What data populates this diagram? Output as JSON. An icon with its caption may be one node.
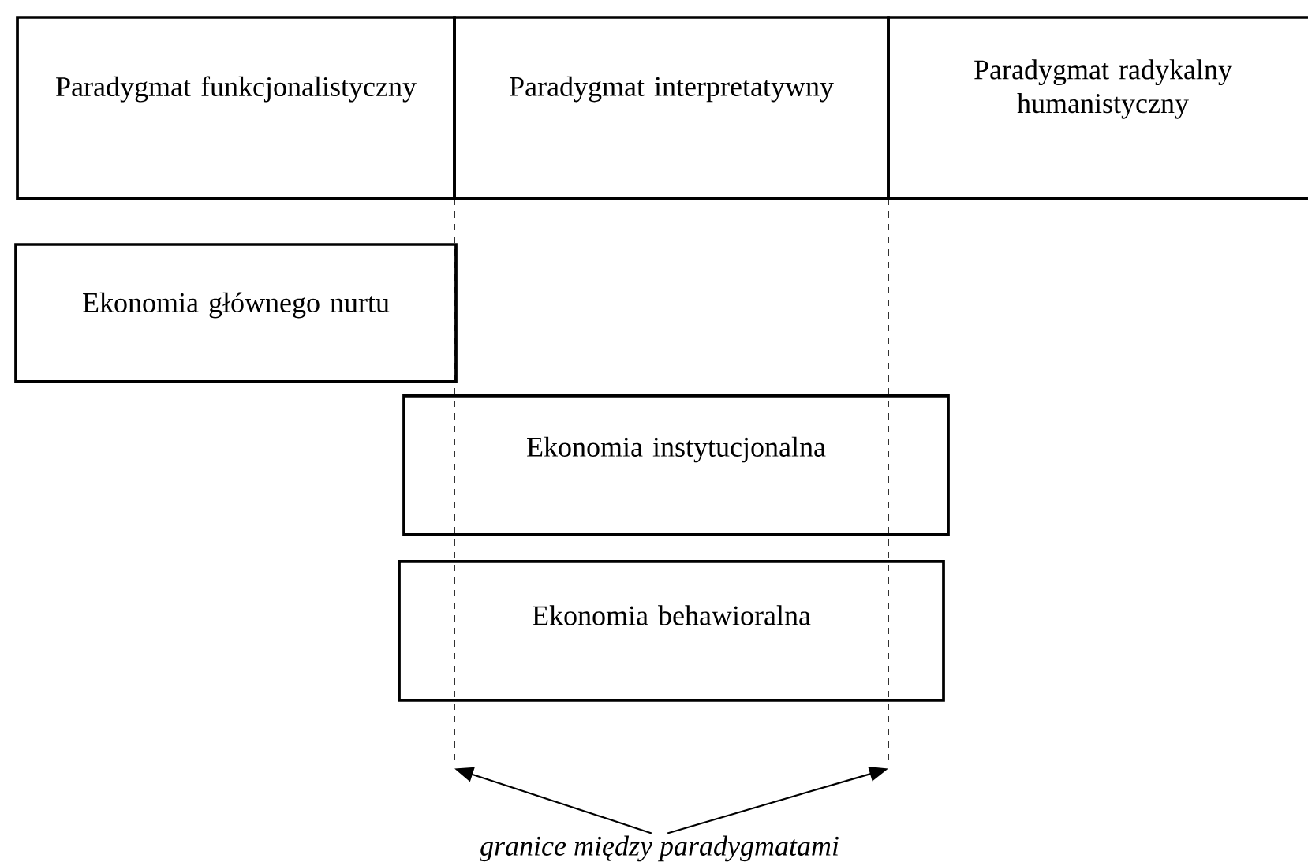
{
  "diagram": {
    "nodes": [
      {
        "text": [
          "Paradygmat funkcjonalistyczny"
        ]
      },
      {
        "text": [
          "Paradygmat interpretatywny"
        ]
      },
      {
        "text": [
          "Paradygmat radykalny humanistyczny"
        ]
      },
      {
        "text": [
          "Ekonomia głównego nurtu"
        ]
      },
      {
        "text": [
          "Ekonomia instytucjonalna"
        ]
      },
      {
        "text": [
          "Ekonomia behawioralna"
        ]
      },
      {
        "text": [],
        "shape": "line"
      },
      {
        "text": [],
        "shape": "line"
      },
      {
        "text": [
          "granice między paradygmatami"
        ]
      }
    ],
    "edges": [
      {
        "from": 8,
        "to": 6,
        "arrow": "to"
      },
      {
        "from": 8,
        "to": 7,
        "arrow": "to"
      }
    ]
  }
}
